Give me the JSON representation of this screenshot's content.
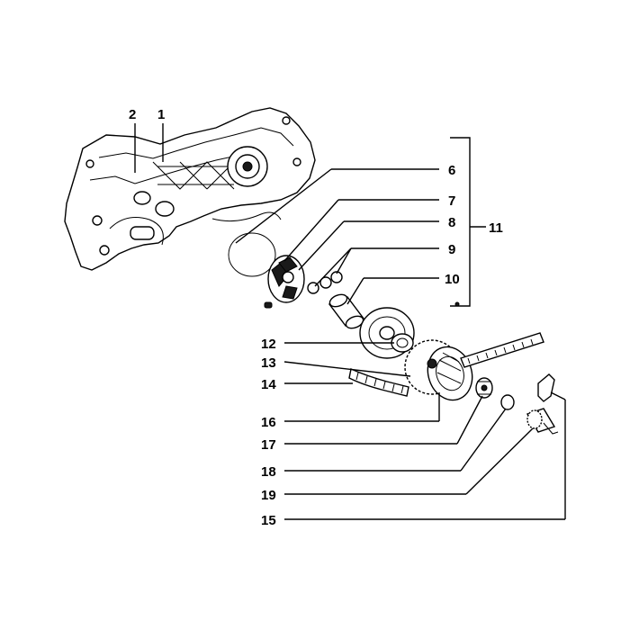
{
  "diagram": {
    "callouts": [
      {
        "id": "1",
        "text": "1"
      },
      {
        "id": "2",
        "text": "2"
      },
      {
        "id": "6",
        "text": "6"
      },
      {
        "id": "7",
        "text": "7"
      },
      {
        "id": "8",
        "text": "8"
      },
      {
        "id": "9",
        "text": "9"
      },
      {
        "id": "10",
        "text": "10"
      },
      {
        "id": "11",
        "text": "11"
      },
      {
        "id": "12",
        "text": "12"
      },
      {
        "id": "13",
        "text": "13"
      },
      {
        "id": "14",
        "text": "14"
      },
      {
        "id": "15",
        "text": "15"
      },
      {
        "id": "16",
        "text": "16"
      },
      {
        "id": "17",
        "text": "17"
      },
      {
        "id": "18",
        "text": "18"
      },
      {
        "id": "19",
        "text": "19"
      }
    ],
    "colors": {
      "line": "#000000",
      "background": "#ffffff"
    }
  }
}
